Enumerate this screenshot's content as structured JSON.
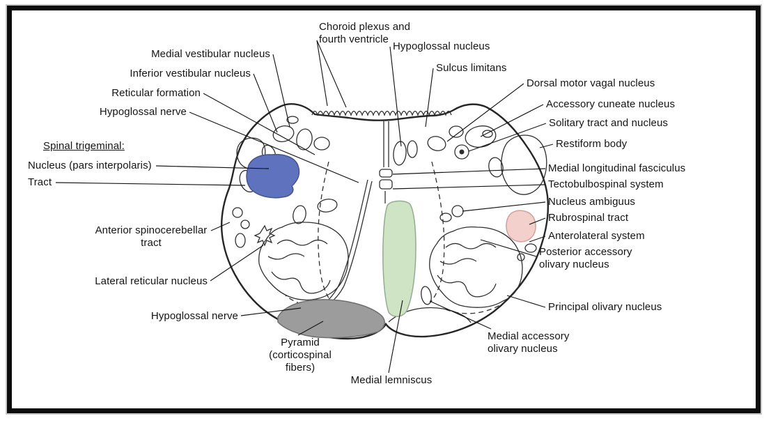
{
  "labels": {
    "choroid_plexus": "Choroid plexus and\nfourth ventricle",
    "medial_vestibular": "Medial vestibular nucleus",
    "inferior_vestibular": "Inferior vestibular nucleus",
    "reticular_formation": "Reticular formation",
    "hypoglossal_nerve_dorsal": "Hypoglossal nerve",
    "spinal_trigeminal_heading": "Spinal trigeminal:",
    "spinal_trigeminal_nucleus": "Nucleus (pars interpolaris)",
    "spinal_trigeminal_tract": "Tract",
    "anterior_spinocerebellar": "Anterior spinocerebellar\ntract",
    "lateral_reticular": "Lateral reticular nucleus",
    "hypoglossal_nerve_ventral": "Hypoglossal nerve",
    "pyramid": "Pyramid\n(corticospinal\nfibers)",
    "medial_lemniscus": "Medial lemniscus",
    "hypoglossal_nucleus": "Hypoglossal nucleus",
    "sulcus_limitans": "Sulcus limitans",
    "dorsal_motor_vagal": "Dorsal motor vagal nucleus",
    "accessory_cuneate": "Accessory cuneate nucleus",
    "solitary": "Solitary tract and nucleus",
    "restiform_body": "Restiform body",
    "mlf": "Medial longitudinal fasciculus",
    "tectobulbospinal": "Tectobulbospinal system",
    "nucleus_ambiguus": "Nucleus ambiguus",
    "rubrospinal": "Rubrospinal tract",
    "anterolateral": "Anterolateral system",
    "posterior_accessory_olivary": "Posterior accessory\nolivary nucleus",
    "principal_olivary": "Principal olivary nucleus",
    "medial_accessory_olivary": "Medial accessory\nolivary nucleus"
  },
  "colors": {
    "ink": "#141414",
    "line": "#2f2f2f",
    "frame": "#0c0c0c",
    "blue": "#5e72bd",
    "blue_edge": "#45548c",
    "green": "#cfe4c5",
    "green_edge": "#93ac90",
    "pink": "#f3d0cb",
    "pink_edge": "#cfa29b",
    "gray": "#9c9c9c",
    "gray_edge": "#6f6f6f"
  }
}
